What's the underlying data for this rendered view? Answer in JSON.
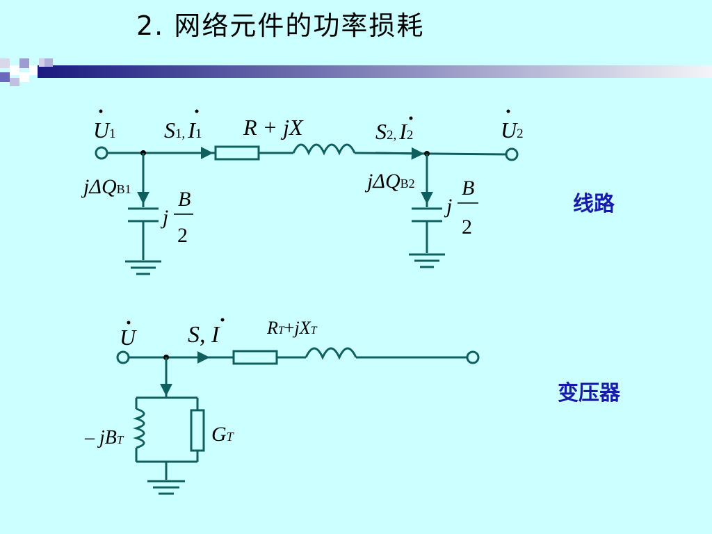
{
  "title": "2.  网络元件的功率损耗",
  "colors": {
    "background": "#ccffff",
    "wire": "#0f5f5f",
    "label": "#1a1aa8"
  },
  "line": {
    "label": "线路",
    "U1": {
      "sym": "U",
      "sub": "1"
    },
    "U2": {
      "sym": "U",
      "sub": "2"
    },
    "S1I1": {
      "s": "S",
      "s_sub": "1,",
      "i": "I",
      "i_sub": "1"
    },
    "S2I2": {
      "s": "S",
      "s_sub": "2,",
      "i": "I",
      "i_sub": "2"
    },
    "impedance": "R + jX",
    "dQB1": {
      "main": "jΔQ",
      "sub": "B1"
    },
    "dQB2": {
      "main": "jΔQ",
      "sub": "B2"
    },
    "admittance": {
      "j": "j",
      "num": "B",
      "den": "2"
    }
  },
  "transformer": {
    "label": "变压器",
    "U": "U",
    "SI": "S, I",
    "impedance": {
      "R": "R",
      "R_sub": "T",
      "plus": "+",
      "jX": "jX",
      "X_sub": "T"
    },
    "BT": {
      "main": "– jB",
      "sub": "T"
    },
    "GT": {
      "main": "G",
      "sub": "T"
    }
  }
}
